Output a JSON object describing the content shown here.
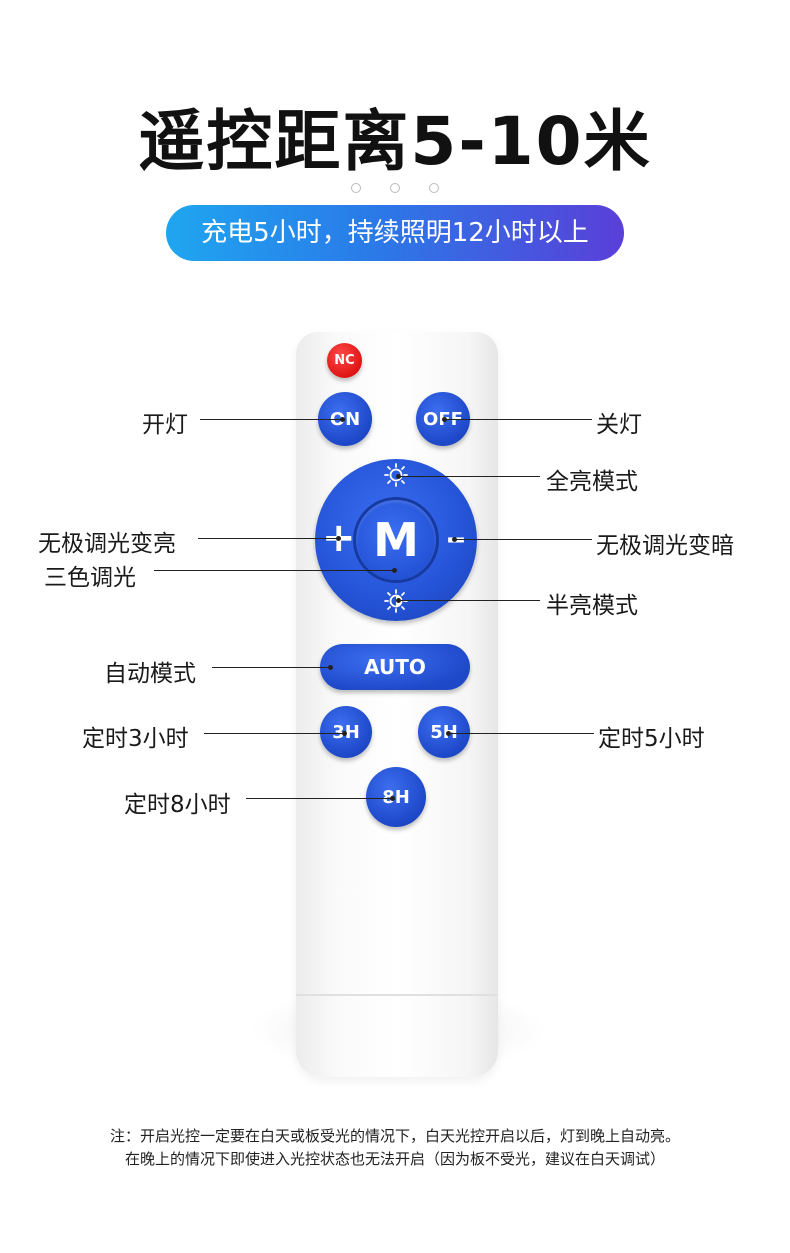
{
  "title": "遥控距离5-10米",
  "banner": "充电5小时，持续照明12小时以上",
  "remote": {
    "nc_label": "NC",
    "on_label": "ON",
    "off_label": "OFF",
    "m_label": "M",
    "plus_label": "+",
    "minus_label": "–",
    "auto_label": "AUTO",
    "h3_label": "3H",
    "h5_label": "5H",
    "h8_label": "8H"
  },
  "labels": {
    "on": "开灯",
    "off": "关灯",
    "full_bright": "全亮模式",
    "brighten": "无极调光变亮",
    "darken": "无极调光变暗",
    "tri_color": "三色调光",
    "half_bright": "半亮模式",
    "auto": "自动模式",
    "timer3": "定时3小时",
    "timer5": "定时5小时",
    "timer8": "定时8小时"
  },
  "notes": {
    "line1": "注：开启光控一定要在白天或板受光的情况下，白天光控开启以后，灯到晚上自动亮。",
    "line2": "在晚上的情况下即使进入光控状态也无法开启（因为板不受光，建议在白天调试）"
  },
  "colors": {
    "button_blue": "#2453d6",
    "nc_red": "#dd1010",
    "banner_start": "#1fa6f0",
    "banner_end": "#5a3fd8"
  }
}
